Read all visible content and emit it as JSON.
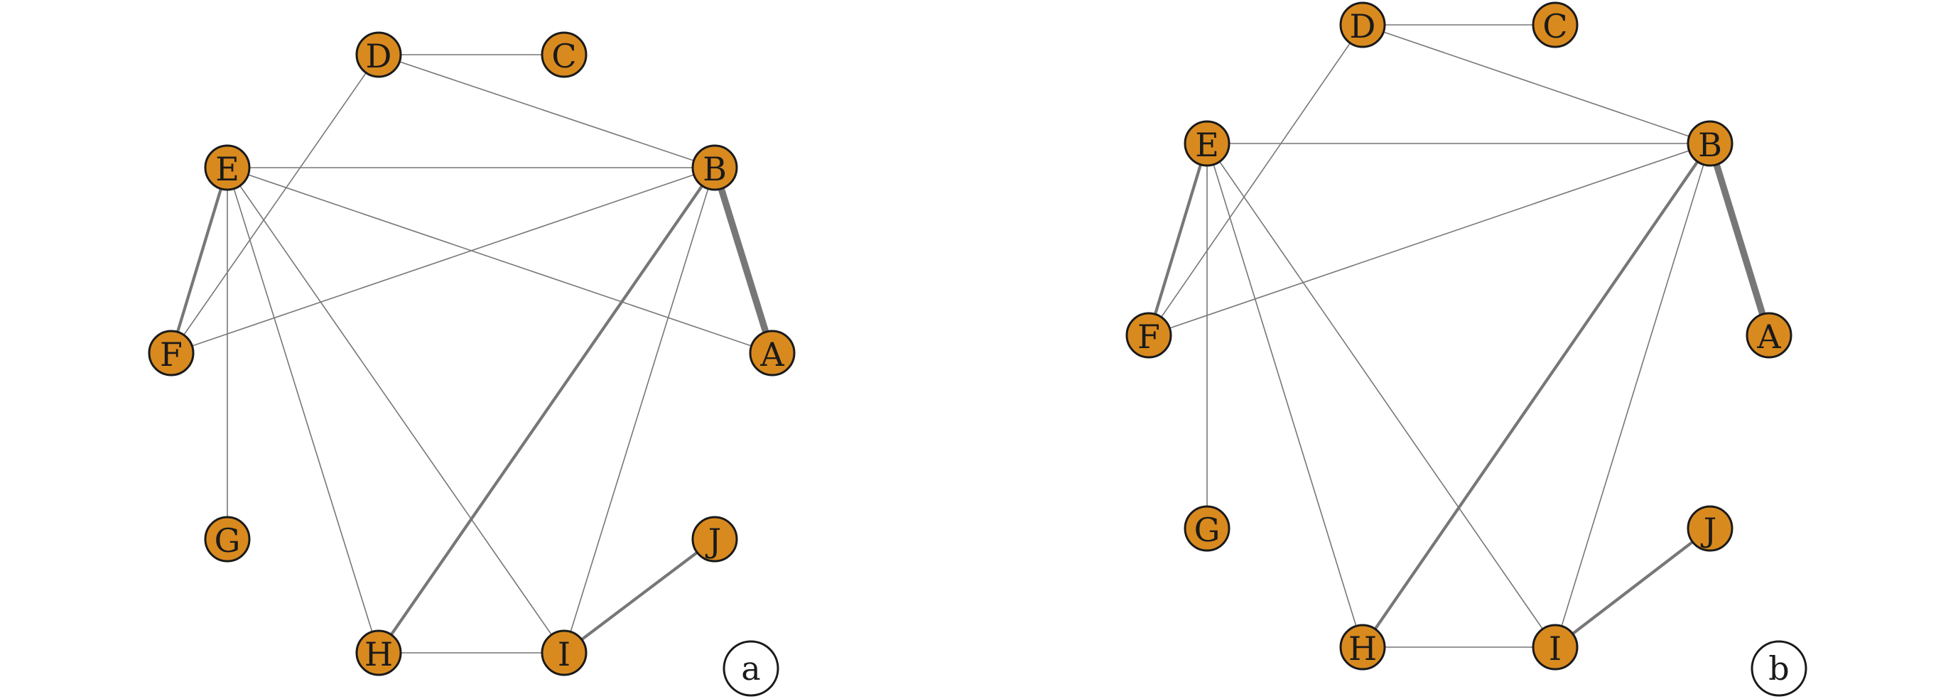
{
  "colors": {
    "node_fill": "#d98a1f",
    "node_stroke": "#1a1a1a",
    "edge": "#777777",
    "background": "#ffffff"
  },
  "panels": [
    {
      "id": "a",
      "label": "a",
      "nodes": [
        "A",
        "B",
        "C",
        "D",
        "E",
        "F",
        "G",
        "H",
        "I",
        "J"
      ],
      "edges": [
        {
          "from": "D",
          "to": "C",
          "weight": 1
        },
        {
          "from": "D",
          "to": "B",
          "weight": 1
        },
        {
          "from": "D",
          "to": "F",
          "weight": 1
        },
        {
          "from": "E",
          "to": "B",
          "weight": 1
        },
        {
          "from": "E",
          "to": "A",
          "weight": 1
        },
        {
          "from": "E",
          "to": "F",
          "weight": 2
        },
        {
          "from": "E",
          "to": "G",
          "weight": 1
        },
        {
          "from": "E",
          "to": "H",
          "weight": 1
        },
        {
          "from": "E",
          "to": "I",
          "weight": 1
        },
        {
          "from": "F",
          "to": "B",
          "weight": 1
        },
        {
          "from": "B",
          "to": "A",
          "weight": 4
        },
        {
          "from": "B",
          "to": "H",
          "weight": 2
        },
        {
          "from": "B",
          "to": "I",
          "weight": 1
        },
        {
          "from": "H",
          "to": "I",
          "weight": 1
        },
        {
          "from": "I",
          "to": "J",
          "weight": 2
        }
      ]
    },
    {
      "id": "b",
      "label": "b",
      "nodes": [
        "A",
        "B",
        "C",
        "D",
        "E",
        "F",
        "G",
        "H",
        "I",
        "J"
      ],
      "edges": [
        {
          "from": "D",
          "to": "C",
          "weight": 1
        },
        {
          "from": "D",
          "to": "B",
          "weight": 1
        },
        {
          "from": "D",
          "to": "F",
          "weight": 1
        },
        {
          "from": "E",
          "to": "B",
          "weight": 1
        },
        {
          "from": "E",
          "to": "F",
          "weight": 2
        },
        {
          "from": "E",
          "to": "G",
          "weight": 1
        },
        {
          "from": "E",
          "to": "H",
          "weight": 1
        },
        {
          "from": "E",
          "to": "I",
          "weight": 1
        },
        {
          "from": "F",
          "to": "B",
          "weight": 1
        },
        {
          "from": "B",
          "to": "A",
          "weight": 4
        },
        {
          "from": "B",
          "to": "H",
          "weight": 2
        },
        {
          "from": "B",
          "to": "I",
          "weight": 1
        },
        {
          "from": "H",
          "to": "I",
          "weight": 1
        },
        {
          "from": "I",
          "to": "J",
          "weight": 2
        }
      ]
    }
  ]
}
